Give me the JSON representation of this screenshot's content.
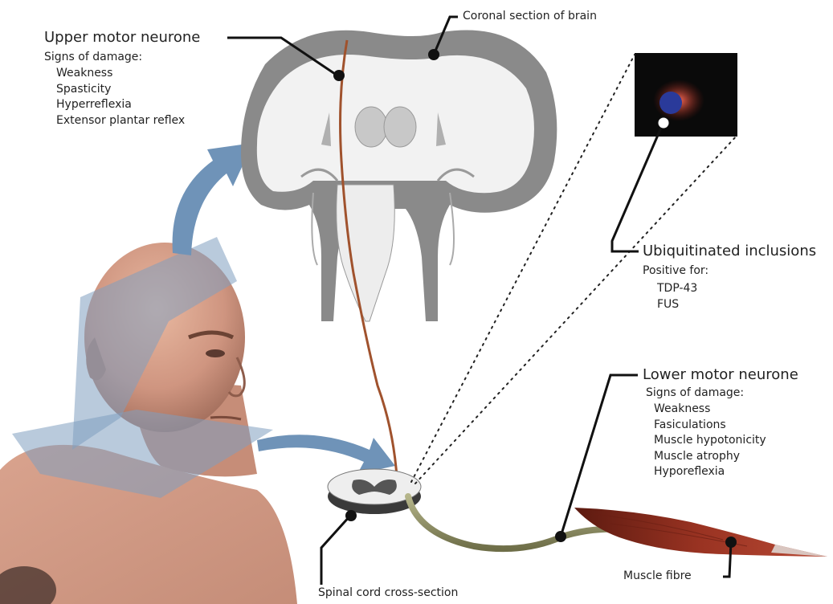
{
  "labels": {
    "coronal": "Coronal section of brain",
    "spinal": "Spinal cord cross-section",
    "muscle": "Muscle fibre"
  },
  "upper": {
    "title": "Upper motor neurone",
    "subtitle": "Signs of damage:",
    "items": [
      "Weakness",
      "Spasticity",
      "Hyperreflexia",
      "Extensor plantar reflex"
    ]
  },
  "inclusions": {
    "title": "Ubiquitinated inclusions",
    "subtitle": "Positive for:",
    "items": [
      "TDP-43",
      "FUS"
    ]
  },
  "lower": {
    "title": "Lower motor neurone",
    "subtitle": "Signs of damage:",
    "items": [
      "Weakness",
      "Fasiculations",
      "Muscle hypotonicity",
      "Muscle atrophy",
      "Hyporeflexia"
    ]
  },
  "colors": {
    "arrow": "#6f93b8",
    "neuron_upper": "#a0522d",
    "neuron_lower": "#8a8a5c",
    "muscle": "#8b2a1a",
    "brain_grey": "#777777"
  }
}
